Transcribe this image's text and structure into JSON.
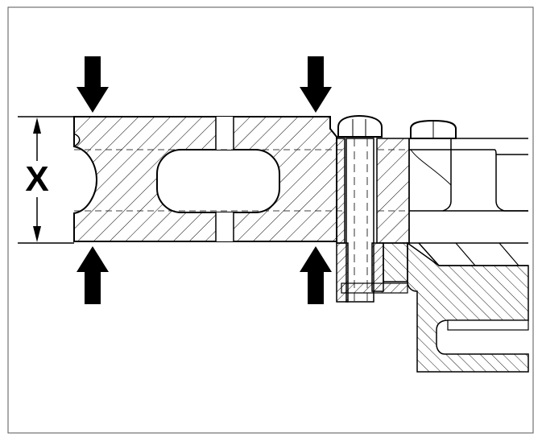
{
  "figure": {
    "type": "technical-drawing",
    "subject": "cross-section-of-clamped-block",
    "dimension_label": "X",
    "colors": {
      "ink": "#000000",
      "background": "#ffffff"
    },
    "icons": [
      "arrow-down-icon",
      "arrow-up-icon",
      "dimension-arrow-icon"
    ]
  }
}
